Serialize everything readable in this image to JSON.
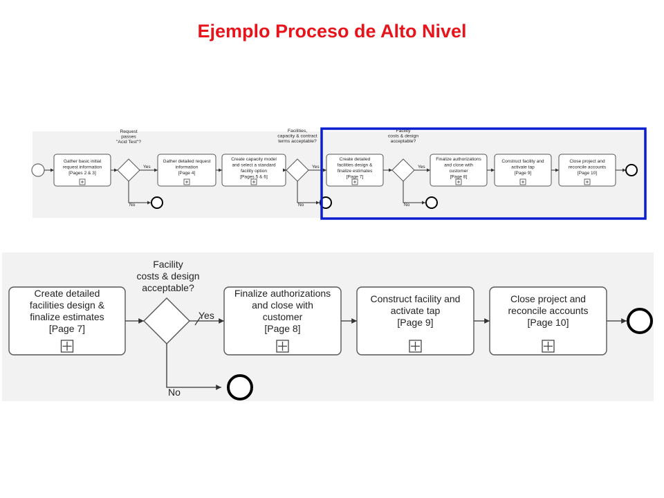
{
  "title": "Ejemplo Proceso de Alto Nivel",
  "overview": {
    "tasks": [
      {
        "lines": [
          "Gather basic initial",
          "request information",
          "[Pages 2 & 3]"
        ]
      },
      {
        "lines": [
          "Gather detailed request",
          "information",
          "[Page 4]"
        ]
      },
      {
        "lines": [
          "Create capacity model",
          "and select a standard",
          "facility option",
          "[Pages 5 & 6]"
        ]
      },
      {
        "lines": [
          "Create detailed",
          "facilities design &",
          "finalize estimates",
          "[Page 7]"
        ]
      },
      {
        "lines": [
          "Finalize authorizations",
          "and close with",
          "customer",
          "[Page 8]"
        ]
      },
      {
        "lines": [
          "Construct facility and",
          "activate tap",
          "[Page 9]"
        ]
      },
      {
        "lines": [
          "Close project and",
          "reconcile accounts",
          "[Page 10]"
        ]
      }
    ],
    "gateways": [
      {
        "question": [
          "Request",
          "passes",
          "\"Acid Test\"?"
        ]
      },
      {
        "question": [
          "Facilities,",
          "capacity & contract",
          "terms acceptable?"
        ]
      },
      {
        "question": [
          "Facility",
          "costs & design",
          "acceptable?"
        ]
      }
    ],
    "yes_label": "Yes",
    "no_label": "No"
  },
  "detail": {
    "tasks": [
      {
        "lines": [
          "Create detailed",
          "facilities design &",
          "finalize estimates",
          "[Page 7]"
        ]
      },
      {
        "lines": [
          "Finalize authorizations",
          "and close with",
          "customer",
          "[Page 8]"
        ]
      },
      {
        "lines": [
          "Construct facility and",
          "activate tap",
          "[Page 9]"
        ]
      },
      {
        "lines": [
          "Close project and",
          "reconcile accounts",
          "[Page 10]"
        ]
      }
    ],
    "gateway": {
      "question": [
        "Facility",
        "costs & design",
        "acceptable?"
      ]
    },
    "yes_label": "Yes",
    "no_label": "No"
  },
  "colors": {
    "title": "#e8141b",
    "highlight": "#0a1ecf"
  }
}
